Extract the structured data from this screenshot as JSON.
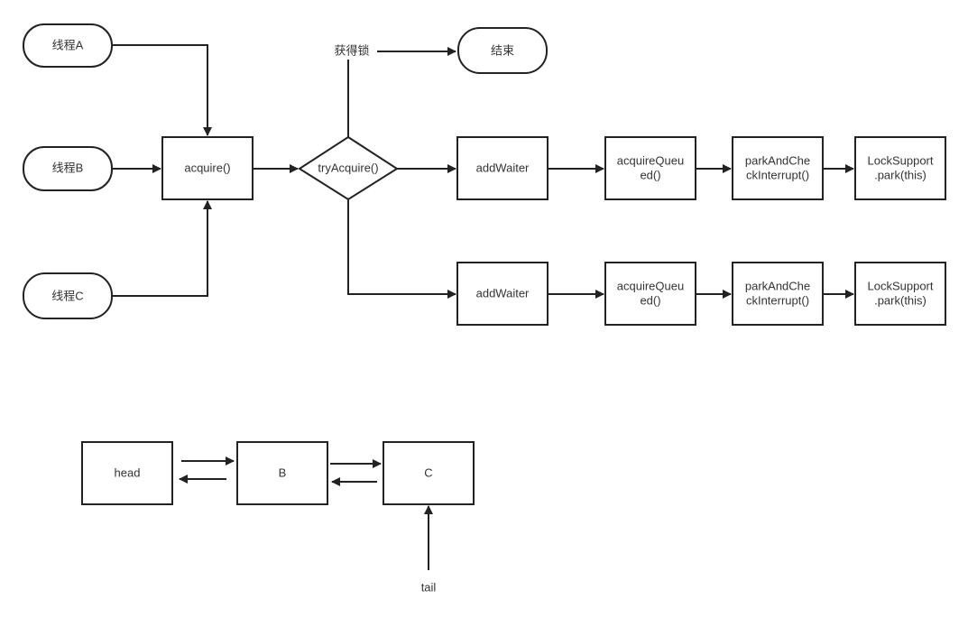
{
  "threads": {
    "a": "线程A",
    "b": "线程B",
    "c": "线程C"
  },
  "acquire": "acquire()",
  "try_acquire": "tryAcquire()",
  "got_lock_label": "获得锁",
  "end": "结束",
  "rows": [
    {
      "add_waiter": "addWaiter",
      "acquire_queued": [
        "acquireQueu",
        "ed()"
      ],
      "park_check": [
        "parkAndChe",
        "ckInterrupt()"
      ],
      "lock_support": [
        "LockSupport",
        ".park(this)"
      ]
    },
    {
      "add_waiter": "addWaiter",
      "acquire_queued": [
        "acquireQueu",
        "ed()"
      ],
      "park_check": [
        "parkAndChe",
        "ckInterrupt()"
      ],
      "lock_support": [
        "LockSupport",
        ".park(this)"
      ]
    }
  ],
  "queue": {
    "head": "head",
    "b": "B",
    "c": "C",
    "tail": "tail"
  }
}
